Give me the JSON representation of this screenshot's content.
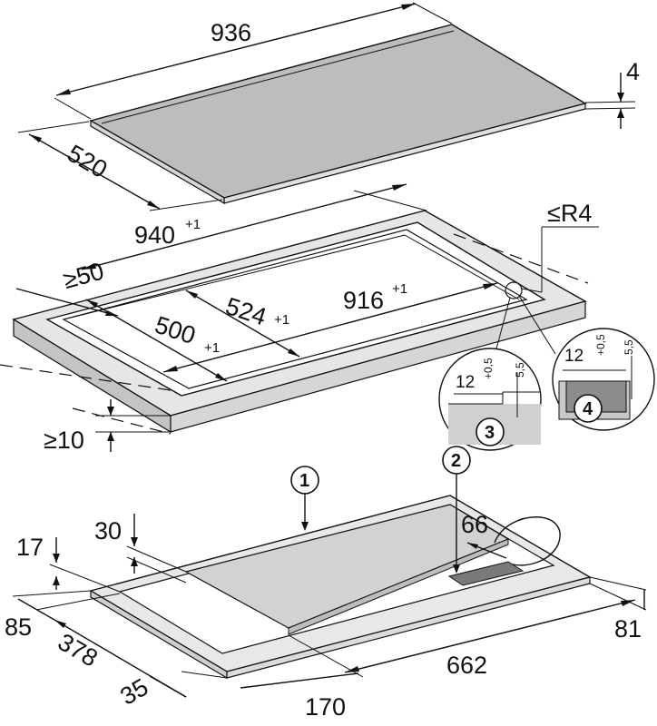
{
  "hob_top": {
    "width": "936",
    "depth": "520",
    "thickness": "4"
  },
  "cutout": {
    "outer_length": "940",
    "outer_length_tol": "+1",
    "radius": "≤R4",
    "edge_min": "≥50",
    "inner_depth_a": "524",
    "inner_depth_a_tol": "+1",
    "inner_length": "916",
    "inner_length_tol": "+1",
    "inner_depth_b": "500",
    "inner_depth_b_tol": "+1",
    "front_min": "≥10"
  },
  "details": [
    {
      "number": "3",
      "width": "12",
      "width_tol": "+0,5",
      "depth": "5,5"
    },
    {
      "number": "4",
      "width": "12",
      "width_tol": "+0,5",
      "depth": "5,5"
    }
  ],
  "hob_bottom": {
    "callout_1": "1",
    "callout_2": "2",
    "cable": "66",
    "height_30": "30",
    "height_17": "17",
    "d85": "85",
    "d378": "378",
    "d35": "35",
    "d170": "170",
    "d662": "662",
    "d81": "81"
  }
}
